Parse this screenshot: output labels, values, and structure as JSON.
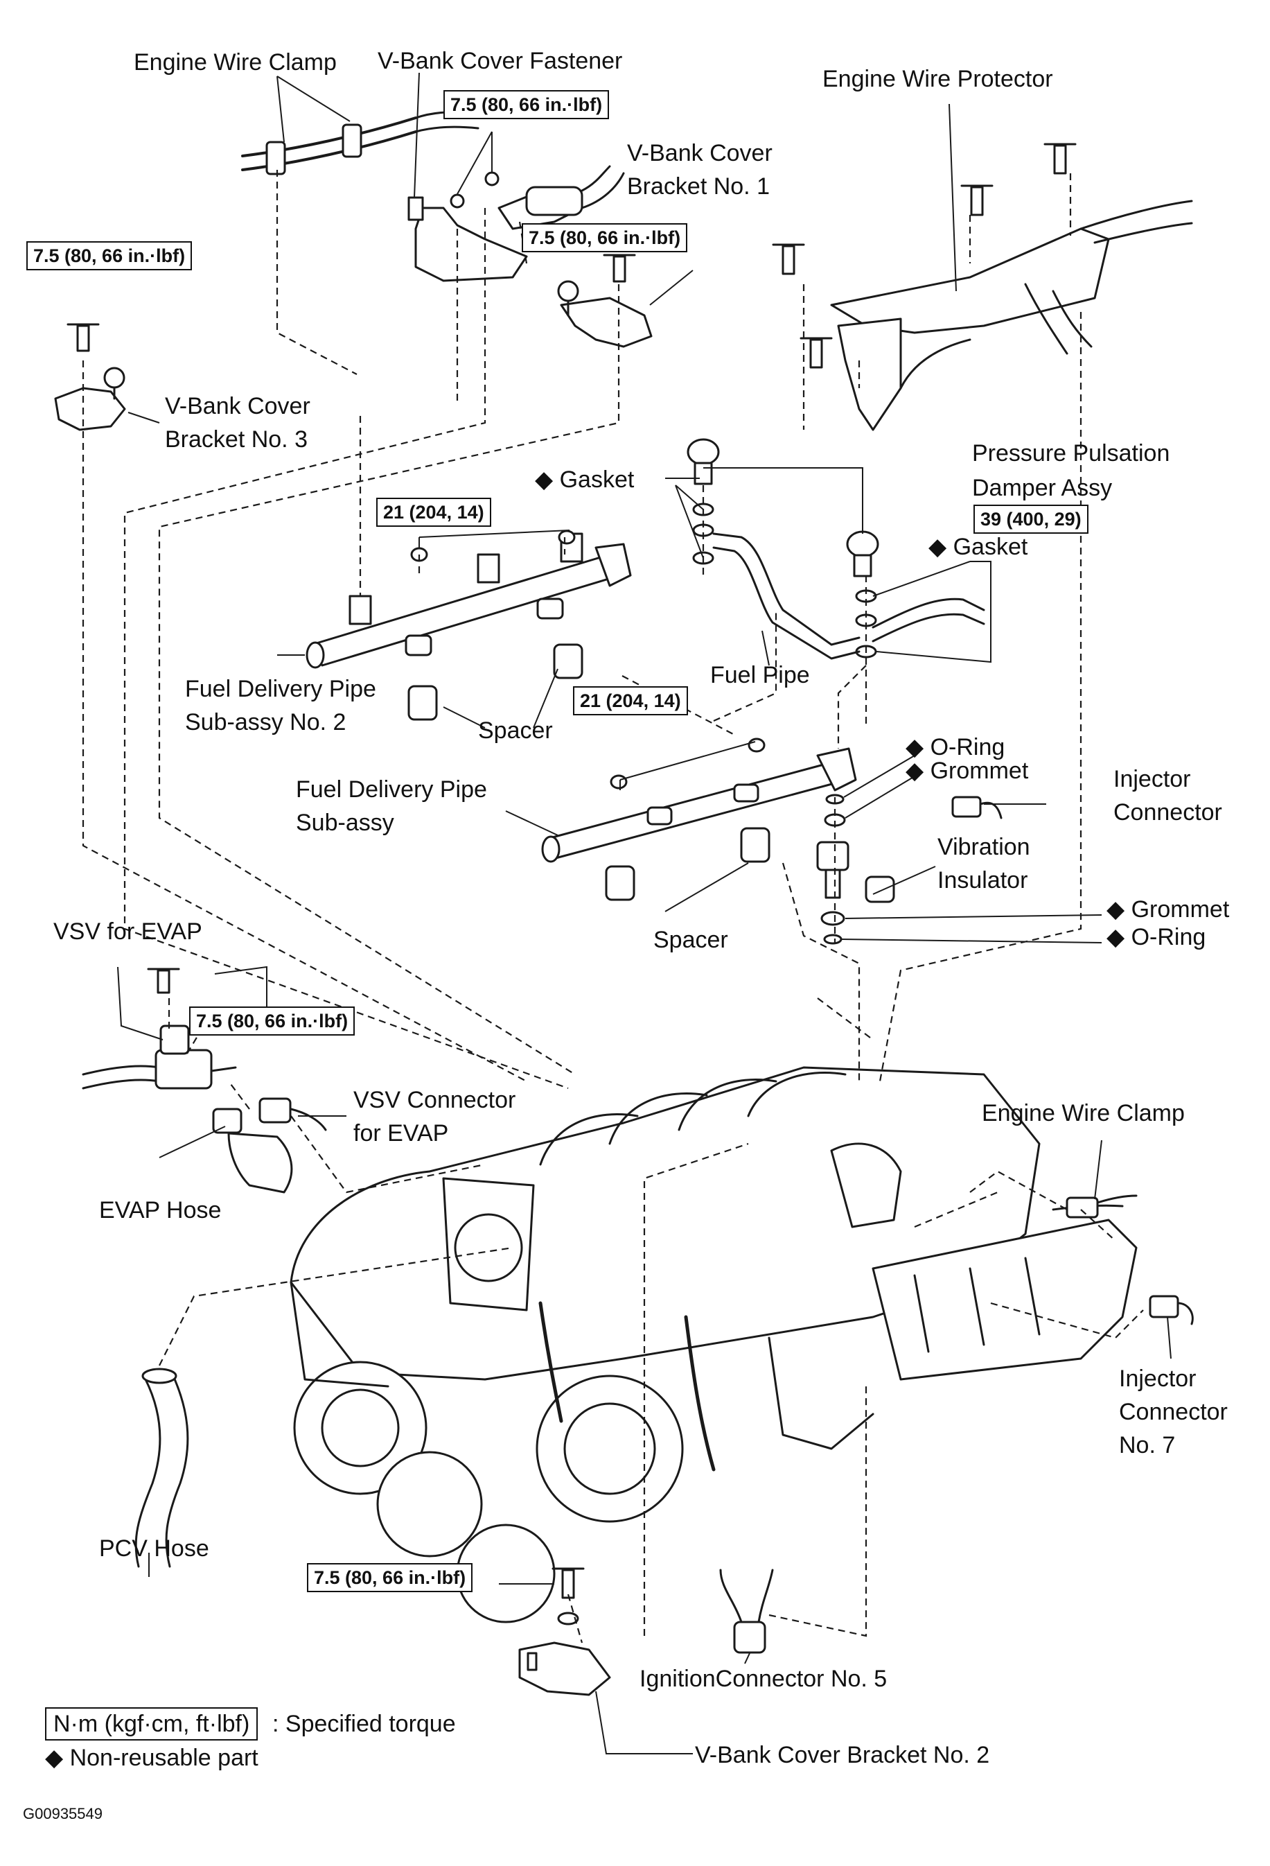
{
  "labels": {
    "engine_wire_clamp_top": "Engine Wire Clamp",
    "v_bank_cover_fastener": "V-Bank Cover Fastener",
    "engine_wire_protector": "Engine Wire Protector",
    "v_bank_cover_bracket_1_l1": "V-Bank Cover",
    "v_bank_cover_bracket_1_l2": "Bracket No. 1",
    "v_bank_cover_bracket_3_l1": "V-Bank Cover",
    "v_bank_cover_bracket_3_l2": "Bracket No. 3",
    "gasket_top": "◆ Gasket",
    "pressure_pulsation_l1": "Pressure Pulsation",
    "pressure_pulsation_l2": "Damper Assy",
    "gasket_right": "◆ Gasket",
    "fuel_delivery_pipe_2_l1": "Fuel Delivery Pipe",
    "fuel_delivery_pipe_2_l2": "Sub-assy No. 2",
    "spacer_upper": "Spacer",
    "fuel_pipe": "Fuel Pipe",
    "fuel_delivery_pipe_l1": "Fuel Delivery Pipe",
    "fuel_delivery_pipe_l2": "Sub-assy",
    "o_ring_top": "◆ O-Ring",
    "grommet_top": "◆ Grommet",
    "injector_connector_l1": "Injector",
    "injector_connector_l2": "Connector",
    "vibration_insulator_l1": "Vibration",
    "vibration_insulator_l2": "Insulator",
    "grommet_bottom": "◆ Grommet",
    "o_ring_bottom": "◆ O-Ring",
    "spacer_lower": "Spacer",
    "vsv_for_evap": "VSV for EVAP",
    "vsv_connector_l1": "VSV Connector",
    "vsv_connector_l2": "for EVAP",
    "evap_hose": "EVAP Hose",
    "engine_wire_clamp_right": "Engine Wire Clamp",
    "injector_connector_7_l1": "Injector",
    "injector_connector_7_l2": "Connector",
    "injector_connector_7_l3": "No. 7",
    "pcv_hose": "PCV Hose",
    "ignition_connector_5": "IgnitionConnector No. 5",
    "v_bank_cover_bracket_2": "V-Bank Cover Bracket No. 2"
  },
  "torque": {
    "fastener": "7.5 (80, 66 in.·lbf)",
    "bracket_1": "7.5 (80, 66 in.·lbf)",
    "bracket_3": "7.5 (80, 66 in.·lbf)",
    "pipe_2": "21 (204, 14)",
    "damper": "39 (400, 29)",
    "pipe_1": "21 (204, 14)",
    "vsv": "7.5 (80, 66 in.·lbf)",
    "bracket_2": "7.5 (80, 66 in.·lbf)"
  },
  "legend": {
    "unit_box": "N·m (kgf·cm, ft·lbf)",
    "unit_text": ": Specified torque",
    "non_reusable": "◆ Non-reusable part"
  },
  "figure_code": "G00935549"
}
